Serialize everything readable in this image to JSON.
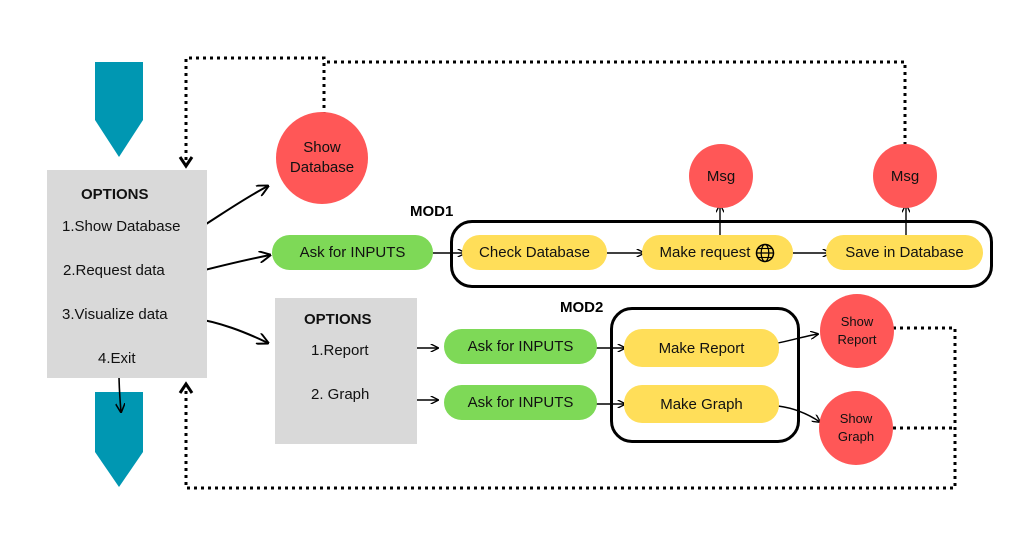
{
  "colors": {
    "box": "#d9d9d9",
    "green": "#7ed957",
    "yellow": "#ffde59",
    "red": "#ff5757",
    "teal": "#0097b2"
  },
  "main_menu": {
    "title": "OPTIONS",
    "items": [
      "1.Show Database",
      "2.Request data",
      "3.Visualize data",
      "4.Exit"
    ]
  },
  "show_database": {
    "line1": "Show",
    "line2": "Database"
  },
  "mod1": {
    "label": "MOD1",
    "ask": "Ask for INPUTS",
    "check": "Check Database",
    "request": "Make request",
    "save": "Save in Database",
    "msg1": "Msg",
    "msg2": "Msg"
  },
  "visualize_menu": {
    "title": "OPTIONS",
    "items": [
      "1.Report",
      "2. Graph"
    ]
  },
  "mod2": {
    "label": "MOD2",
    "ask_report": "Ask for INPUTS",
    "ask_graph": "Ask for INPUTS",
    "make_report": "Make Report",
    "make_graph": "Make Graph",
    "show_report": {
      "line1": "Show",
      "line2": "Report"
    },
    "show_graph": {
      "line1": "Show",
      "line2": "Graph"
    }
  },
  "icons": {
    "globe": "globe-icon",
    "arrow": "arrow-down-icon"
  }
}
